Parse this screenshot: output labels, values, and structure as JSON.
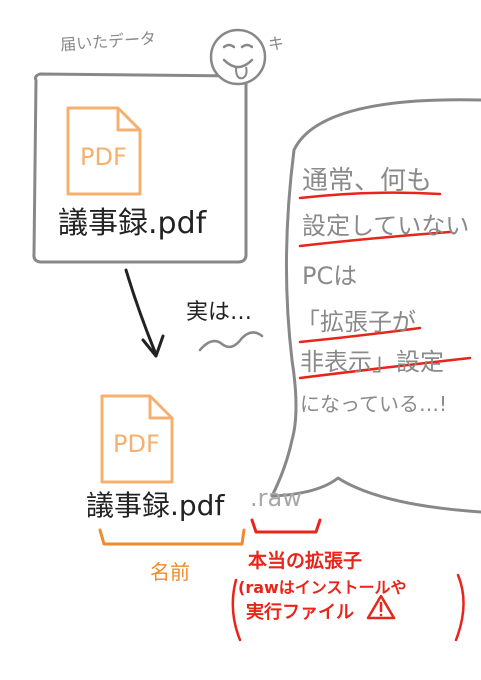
{
  "received_label": "届いたデータ",
  "face_sound": "キ",
  "file_before": {
    "icon_text": "PDF",
    "name": "議事録.pdf"
  },
  "actually_label": "実は…",
  "file_after": {
    "icon_text": "PDF",
    "name": "議事録.pdf",
    "hidden_extension": ".raw"
  },
  "name_label": "名前",
  "true_extension": {
    "title": "本当の拡張子",
    "line2": "(rawはインストールや",
    "line3": "実行ファイル"
  },
  "speech_bubble": {
    "line1": "通常、何も",
    "line2": "設定していない",
    "line3": "PCは",
    "line4": "「拡張子が",
    "line5": "非表示」設定",
    "line6": "になっている…!"
  },
  "colors": {
    "ink": "#222222",
    "gray": "#8a8a8a",
    "pdf_orange": "#f5b070",
    "label_orange": "#f08a2c",
    "warning_red": "#e8251a"
  },
  "icons": [
    "pdf-file-icon",
    "smiling-face-icon",
    "down-arrow-icon",
    "warning-triangle-icon"
  ]
}
